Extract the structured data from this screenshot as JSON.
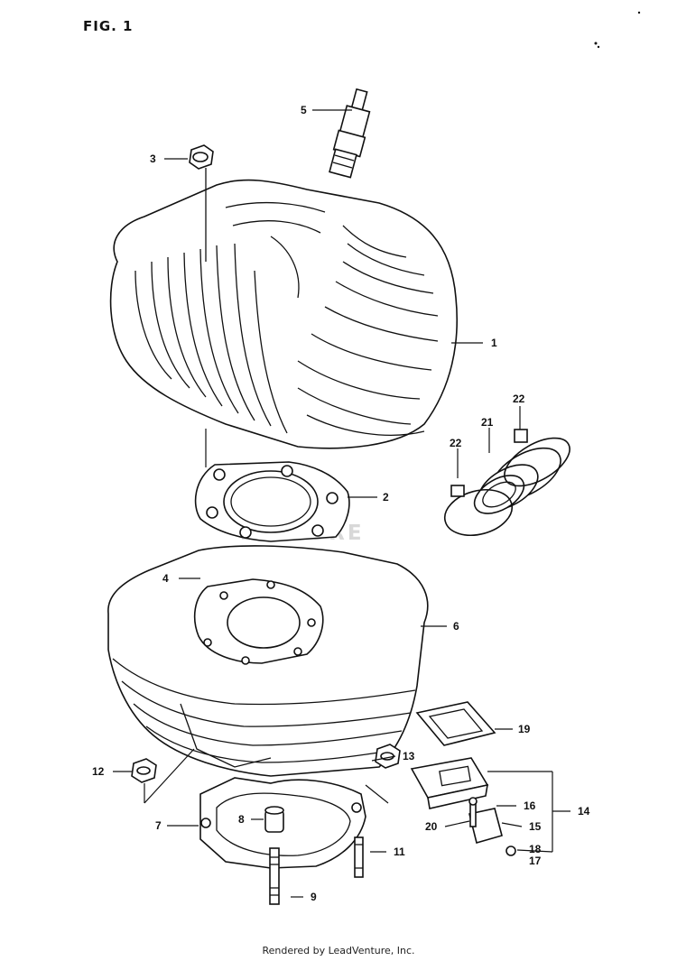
{
  "figure": {
    "title": "FIG. 1",
    "watermark": "VENTURE",
    "footer": "Rendered by LeadVenture, Inc."
  },
  "callouts": [
    {
      "id": "c1",
      "number": "1"
    },
    {
      "id": "c2",
      "number": "2"
    },
    {
      "id": "c3",
      "number": "3"
    },
    {
      "id": "c4",
      "number": "4"
    },
    {
      "id": "c5",
      "number": "5"
    },
    {
      "id": "c6",
      "number": "6"
    },
    {
      "id": "c7",
      "number": "7"
    },
    {
      "id": "c8",
      "number": "8"
    },
    {
      "id": "c9",
      "number": "9"
    },
    {
      "id": "c11",
      "number": "11"
    },
    {
      "id": "c12",
      "number": "12"
    },
    {
      "id": "c13",
      "number": "13"
    },
    {
      "id": "c14",
      "number": "14"
    },
    {
      "id": "c15",
      "number": "15"
    },
    {
      "id": "c16",
      "number": "16"
    },
    {
      "id": "c17",
      "number": "17"
    },
    {
      "id": "c18",
      "number": "18"
    },
    {
      "id": "c19",
      "number": "19"
    },
    {
      "id": "c20",
      "number": "20"
    },
    {
      "id": "c21",
      "number": "21"
    },
    {
      "id": "c22a",
      "number": "22"
    },
    {
      "id": "c22b",
      "number": "22"
    }
  ]
}
